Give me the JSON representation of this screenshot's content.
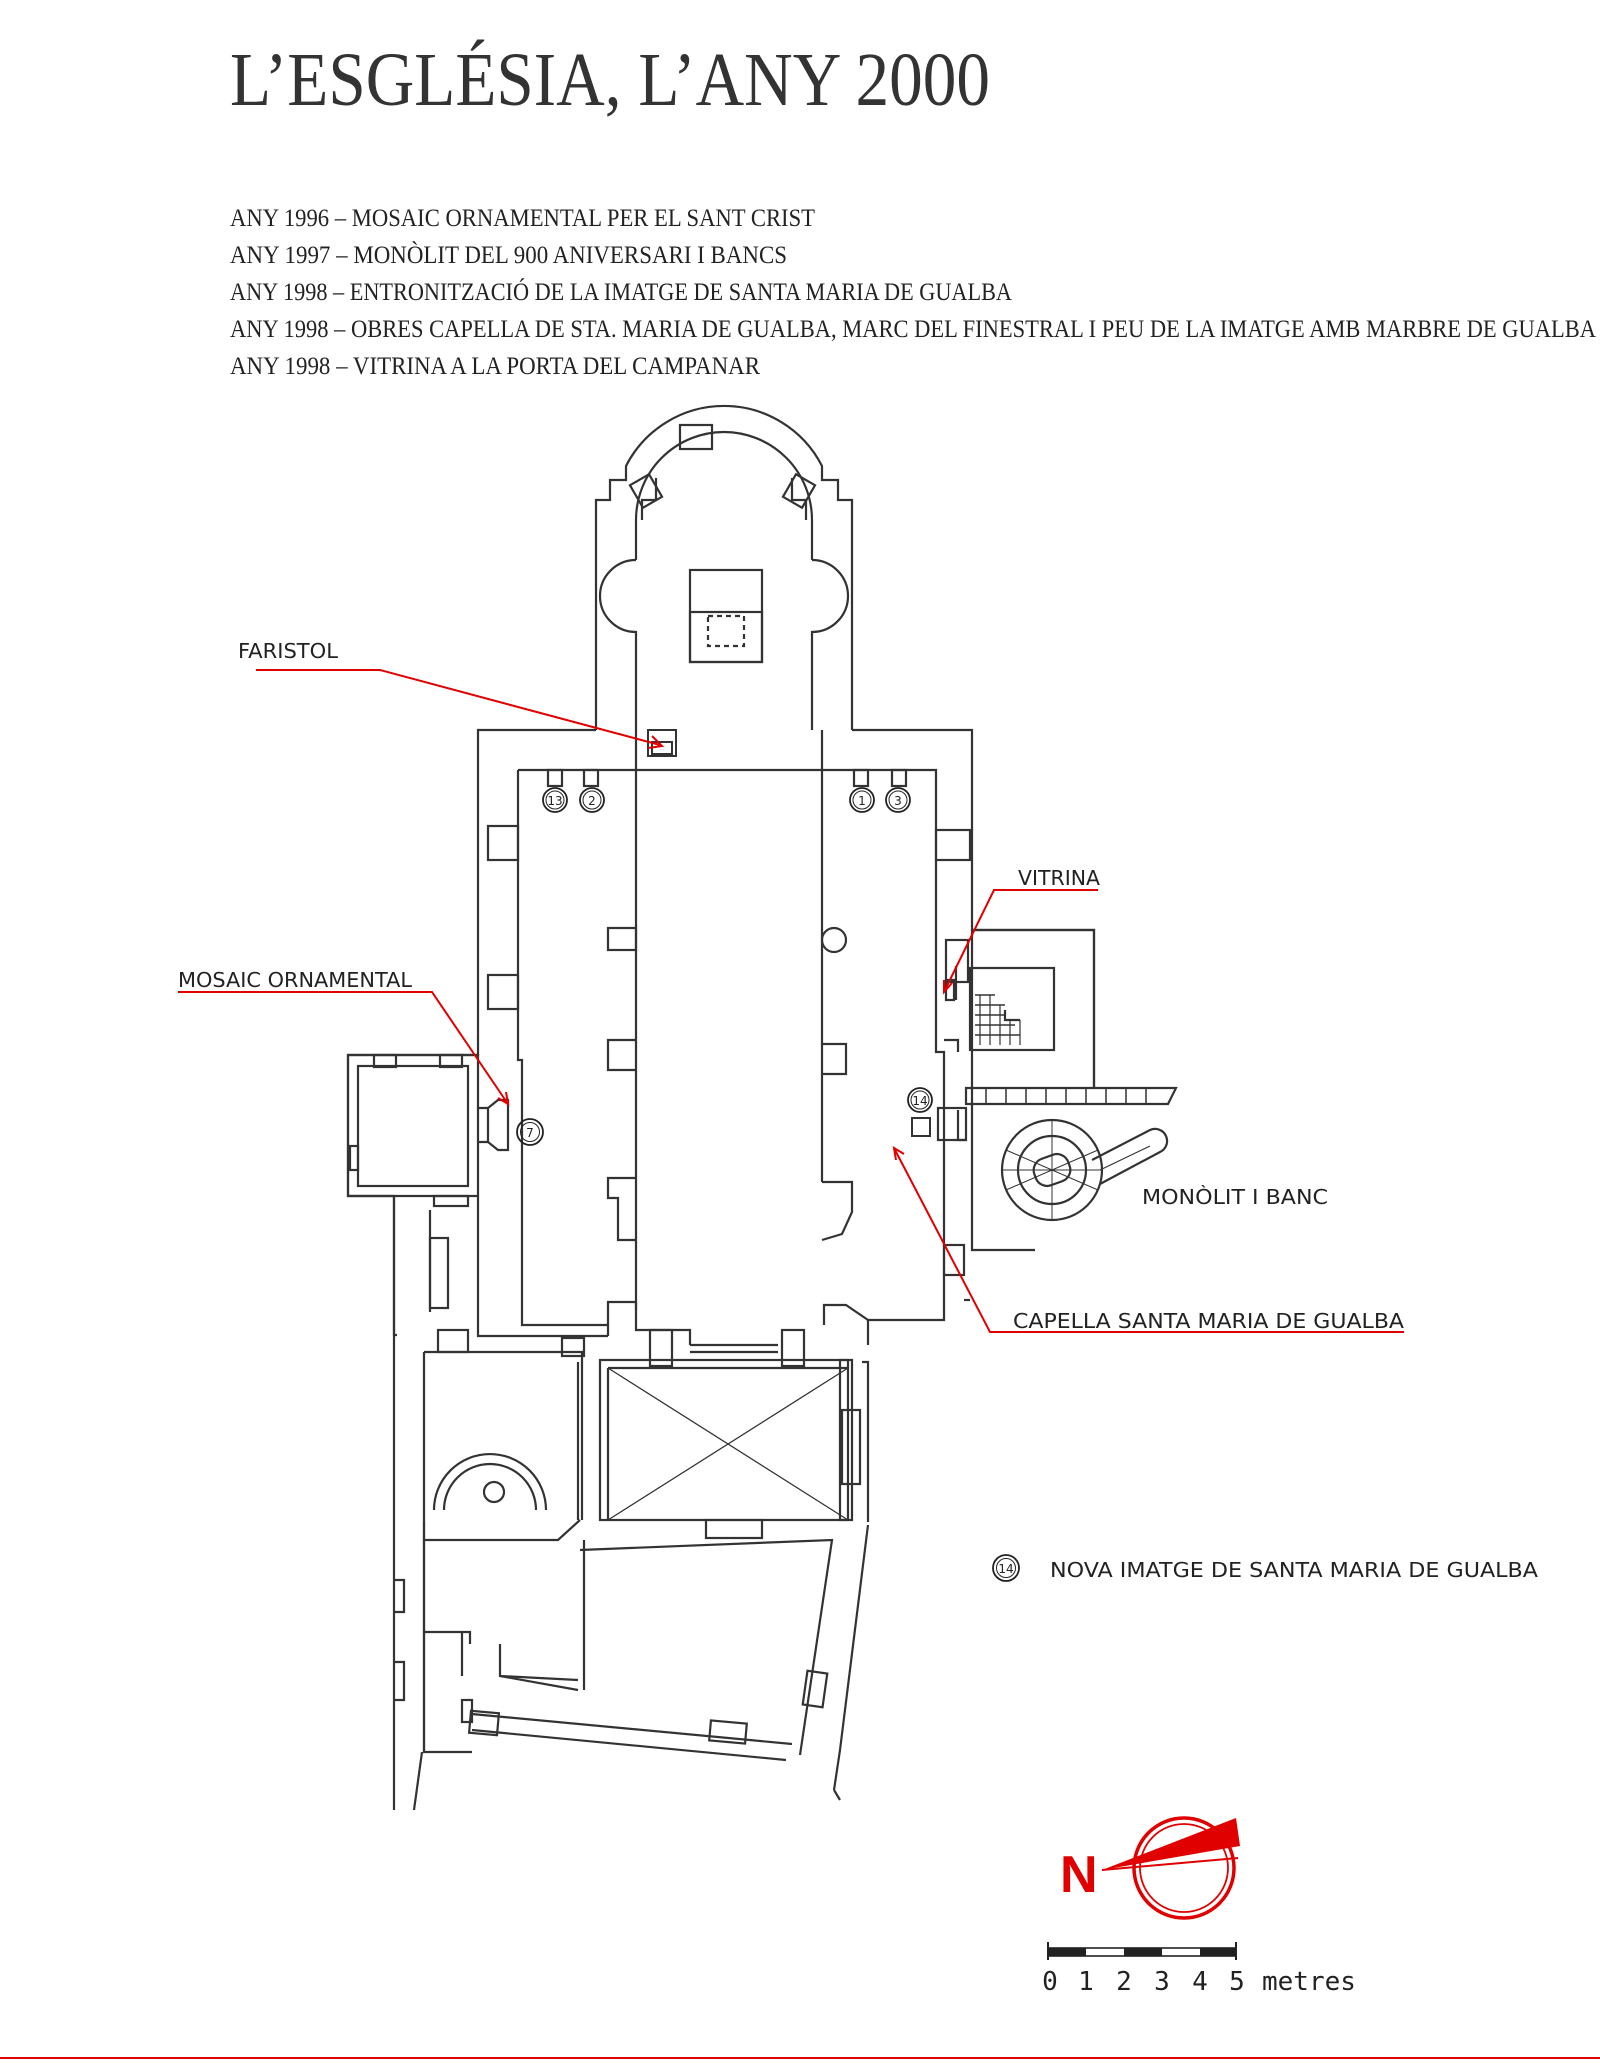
{
  "title": "L’ESGLÉSIA, L’ANY 2000",
  "history": [
    "ANY 1996 – MOSAIC ORNAMENTAL PER EL SANT CRIST",
    "ANY 1997 – MONÒLIT DEL 900 ANIVERSARI I BANCS",
    "ANY 1998 – ENTRONITZACIÓ DE LA IMATGE DE SANTA MARIA DE GUALBA",
    "ANY 1998 – OBRES CAPELLA DE STA. MARIA DE GUALBA, MARC DEL FINESTRAL I PEU DE LA IMATGE AMB MARBRE DE GUALBA",
    "ANY 1998 – VITRINA A LA PORTA DEL CAMPANAR"
  ],
  "labels": {
    "faristol": "FARISTOL",
    "vitrina": "VITRINA",
    "mosaic": "MOSAIC ORNAMENTAL",
    "monolit": "MONÒLIT I BANC",
    "capella": "CAPELLA SANTA MARIA DE GUALBA"
  },
  "markers": {
    "m13": "13",
    "m2": "2",
    "m1": "1",
    "m3": "3",
    "m7": "7",
    "m14": "14"
  },
  "legend": {
    "number": "14",
    "text": "NOVA IMATGE DE SANTA MARIA DE GUALBA"
  },
  "north": "N",
  "scale": {
    "ticks": [
      "0",
      "1",
      "2",
      "3",
      "4",
      "5"
    ],
    "unit": "metres"
  },
  "colors": {
    "annotation": "#e00000",
    "line": "#333333"
  }
}
